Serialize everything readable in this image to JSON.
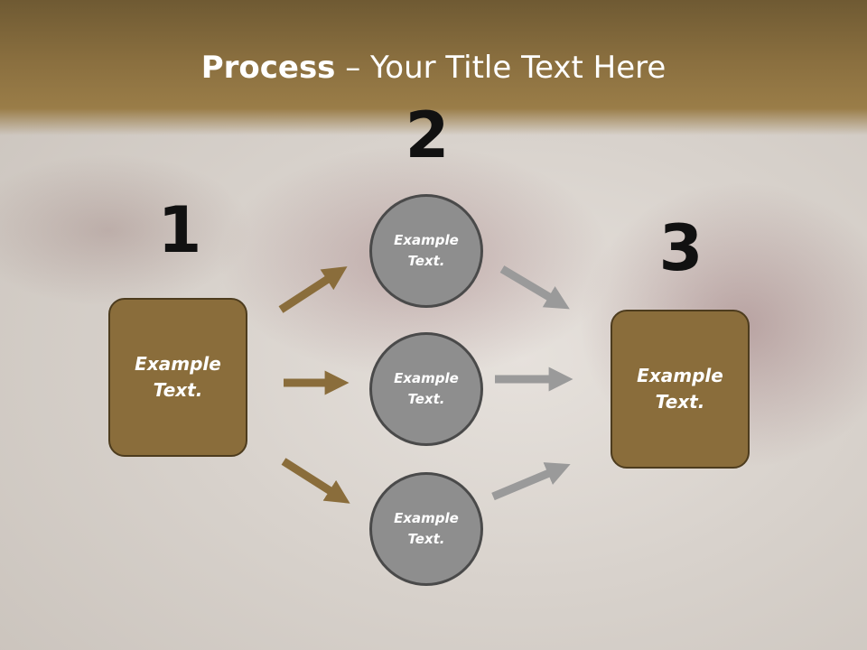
{
  "slide": {
    "title_bold": "Process",
    "title_rest": " – Your Title Text Here"
  },
  "steps": {
    "one": {
      "number": "1",
      "label": "Example Text."
    },
    "two": {
      "number": "2",
      "items": [
        {
          "label": "Example Text."
        },
        {
          "label": "Example Text."
        },
        {
          "label": "Example Text."
        }
      ]
    },
    "three": {
      "number": "3",
      "label": "Example Text."
    }
  },
  "colors": {
    "header": "#8a6f3f",
    "box_fill": "#8a6d3b",
    "circle_fill": "#8e8e8e",
    "arrow_brown": "#8a6d3b",
    "arrow_gray": "#9a9a9a"
  }
}
